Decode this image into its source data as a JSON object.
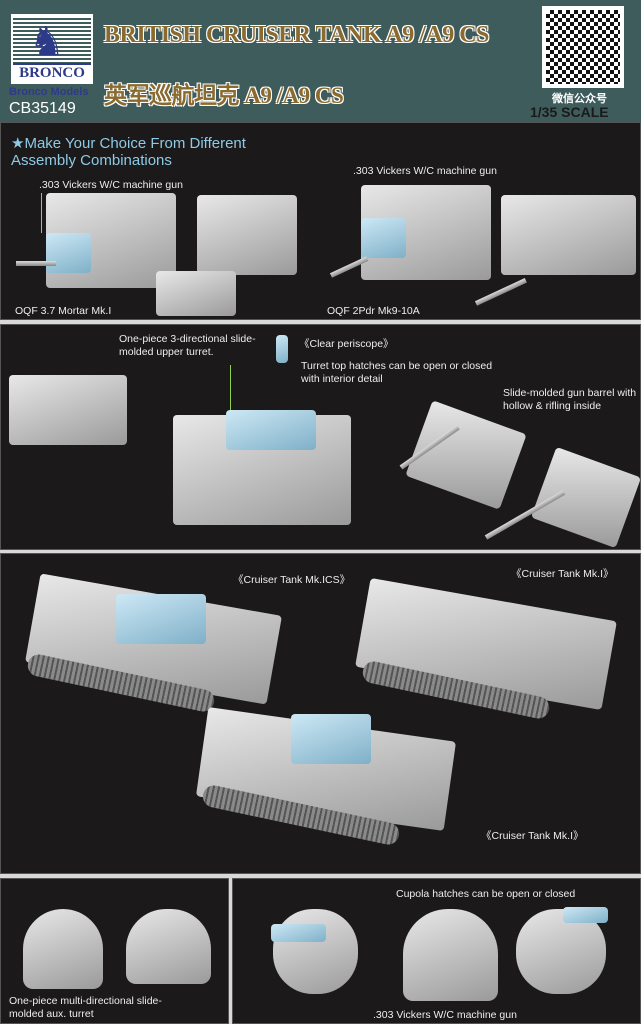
{
  "header": {
    "logo_text": "BRONCO",
    "brand_sub": "Bronco Models",
    "product_code": "CB35149",
    "title_en": "BRITISH CRUISER TANK A9 /A9 CS",
    "title_cn": "英军巡航坦克 A9 /A9 CS",
    "wechat_label": "微信公众号",
    "scale": "1/35 SCALE"
  },
  "panel1": {
    "headline": "★Make Your Choice From Different Assembly Combinations",
    "label_vickers_left": ".303 Vickers W/C machine gun",
    "label_vickers_right": ".303 Vickers W/C machine gun",
    "label_mortar": "OQF 3.7 Mortar  Mk.I",
    "label_2pdr": "OQF 2Pdr Mk9-10A"
  },
  "panel2": {
    "upper_turret": "One-piece 3-directional slide-molded upper turret.",
    "periscope": "《Clear periscope》",
    "hatches": "Turret top hatches can be open or closed with interior detail",
    "barrel": "Slide-molded gun barrel with hollow & rifling inside"
  },
  "panel3": {
    "tank_cs": "《Cruiser Tank Mk.ICS》",
    "tank_mk1_a": "《Cruiser Tank Mk.I》",
    "tank_mk1_b": "《Cruiser Tank Mk.I》"
  },
  "panel4": {
    "aux_turret": "One-piece multi-directional slide-molded aux. turret",
    "cupola": "Cupola hatches can be open or closed",
    "vickers": ".303 Vickers W/C machine gun"
  }
}
